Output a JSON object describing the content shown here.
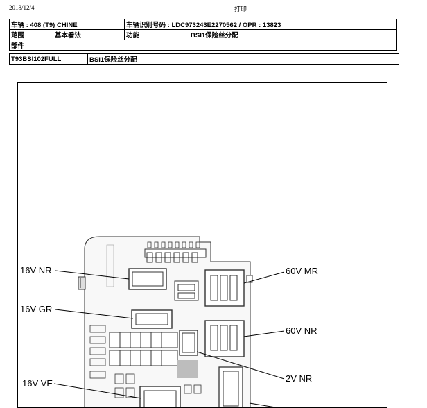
{
  "header": {
    "date": "2018/12/4",
    "print_label": "打印"
  },
  "info_table": {
    "vehicle": "车辆 : 408 (T9) CHINE",
    "vin": "车辆识别号码 :  LDC973243E2270562 / OPR : 13823",
    "scope_label": "范围",
    "scope_value": "基本看法",
    "function_label": "功能",
    "function_value": "BSI1保险丝分配",
    "part_label": "部件",
    "part_value": ""
  },
  "ref_table": {
    "code": "T93BSI102FULL",
    "title": "BSI1保险丝分配"
  },
  "diagram": {
    "callouts": {
      "c1": "16V NR",
      "c2": "16V GR",
      "c3": "16V VE",
      "c4": "60V MR",
      "c5": "60V NR",
      "c6": "2V NR"
    }
  }
}
